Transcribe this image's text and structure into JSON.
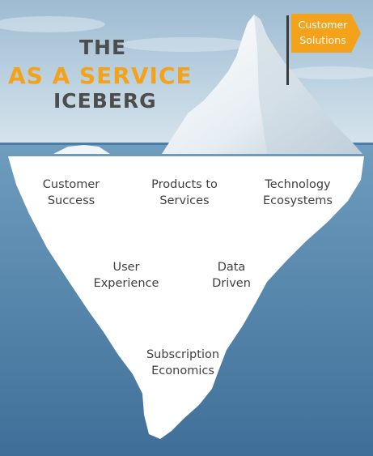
{
  "title": {
    "line1": "THE",
    "line2": "AS A SERVICE",
    "line3": "ICEBERG"
  },
  "callout": {
    "text": "Customer\nSolutions"
  },
  "underwater_labels": [
    {
      "id": "customer-success",
      "text": "Customer\nSuccess"
    },
    {
      "id": "products-to-services",
      "text": "Products to\nServices"
    },
    {
      "id": "technology-ecosystems",
      "text": "Technology\nEcosystems"
    },
    {
      "id": "user-experience",
      "text": "User\nExperience"
    },
    {
      "id": "data-driven",
      "text": "Data\nDriven"
    },
    {
      "id": "subscription-economics",
      "text": "Subscription\nEconomics"
    }
  ],
  "colors": {
    "title_dark": "#4d4d4d",
    "accent_orange": "#f5a21b",
    "label_text": "#3f3f3f",
    "sky_top": "#9dbbd2",
    "sky_bottom": "#d6e4ec",
    "ocean_top": "#6f9dbf",
    "ocean_bottom": "#3f6f98",
    "ice": "#ffffff"
  }
}
